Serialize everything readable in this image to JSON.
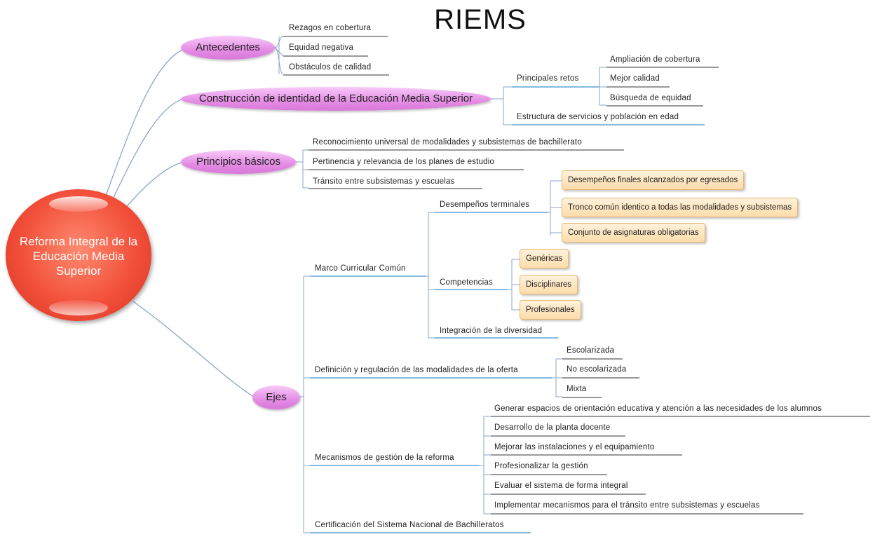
{
  "title": "RIEMS",
  "root": "Reforma Integral de la Educación Media Superior",
  "colors": {
    "root": "#f2503a",
    "branch": "#e48ce4",
    "box": "#fddcaa",
    "underline": "#5aa6d6",
    "connector": "#8aa4c8"
  },
  "branches": {
    "antecedentes": {
      "label": "Antecedentes",
      "items": [
        "Rezagos en cobertura",
        "Equidad negativa",
        "Obstáculos de calidad"
      ]
    },
    "construccion": {
      "label": "Construcción de identidad de la Educación Media Superior",
      "retos": {
        "label": "Principales retos",
        "items": [
          "Ampliación de cobertura",
          "Mejor calidad",
          "Búsqueda de equidad"
        ]
      },
      "estructura": "Estructura de servicios y población en edad"
    },
    "principios": {
      "label": "Principios básicos",
      "items": [
        "Reconocimiento universal de modalidades y subsistemas de bachillerato",
        "Pertinencia y relevancia de los planes de estudio",
        "Tránsito entre subsistemas y escuelas"
      ]
    },
    "ejes": {
      "label": "Ejes",
      "marco": {
        "label": "Marco Curricular Común",
        "desempenos": {
          "label": "Desempeños terminales",
          "items": [
            "Desempeños finales alcanzados por egresados",
            "Tronco común identico a todas las modalidades y subsistemas",
            "Conjunto de asignaturas obligatorias"
          ]
        },
        "competencias": {
          "label": "Competencias",
          "items": [
            "Genéricas",
            "Disciplinares",
            "Profesionales"
          ]
        },
        "integracion": "Integración de la diversidad"
      },
      "definicion": {
        "label": "Definición y regulación de las modalidades de la oferta",
        "items": [
          "Escolarizada",
          "No escolarizada",
          "Mixta"
        ]
      },
      "mecanismos": {
        "label": "Mecanismos de gestión de la reforma",
        "items": [
          "Generar espacios de orientación educativa y atención a las necesidades de los alumnos",
          "Desarrollo de la planta docente",
          "Mejorar las instalaciones y el equipamiento",
          "Profesionalizar la gestión",
          "Evaluar el sistema de forma integral",
          "Implementar mecanismos para el tránsito entre subsistemas y escuelas"
        ]
      },
      "certificacion": "Certificación del Sistema Nacional de Bachilleratos"
    }
  }
}
